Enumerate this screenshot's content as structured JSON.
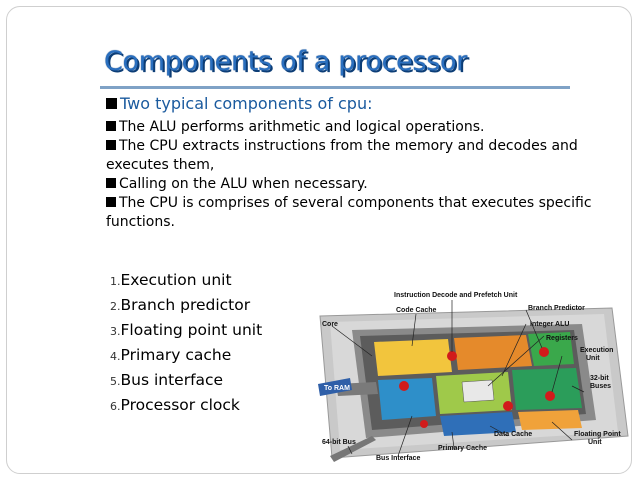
{
  "slide": {
    "title": "Components of a processor",
    "bullets": [
      "Two typical components of cpu:",
      "The ALU performs arithmetic and logical operations.",
      "The CPU extracts instructions from the memory and decodes and executes them,",
      "Calling on the ALU when necessary.",
      "The CPU is comprises of several components that executes specific functions."
    ],
    "list": [
      {
        "num": "1.",
        "text": "Execution unit"
      },
      {
        "num": "2.",
        "text": "Branch predictor"
      },
      {
        "num": "3.",
        "text": "Floating point unit"
      },
      {
        "num": "4.",
        "text": "Primary cache"
      },
      {
        "num": "5.",
        "text": "Bus interface"
      },
      {
        "num": "6.",
        "text": "Processor clock"
      }
    ]
  },
  "diagram": {
    "labels": {
      "instruction_decode": "Instruction Decode and Prefetch Unit",
      "code_cache": "Code Cache",
      "branch_predictor": "Branch Predictor",
      "integer_alu": "Integer ALU",
      "registers": "Registers",
      "execution_unit": "Execution Unit",
      "execution_unit_1": "Execution",
      "execution_unit_2": "Unit",
      "core": "Core",
      "bit32_buses_1": "32-bit",
      "bit32_buses_2": "Buses",
      "to_ram": "To RAM",
      "floating_point_1": "Floating Point",
      "floating_point_2": "Unit",
      "data_cache": "Data Cache",
      "bit64_bus": "64-bit Bus",
      "primary_cache": "Primary Cache",
      "bus_interface": "Bus Interface"
    }
  },
  "colors": {
    "title": "#2a6fbf",
    "title_shadow": "#0c3d76",
    "lead_bullet": "#1a5a9e"
  }
}
